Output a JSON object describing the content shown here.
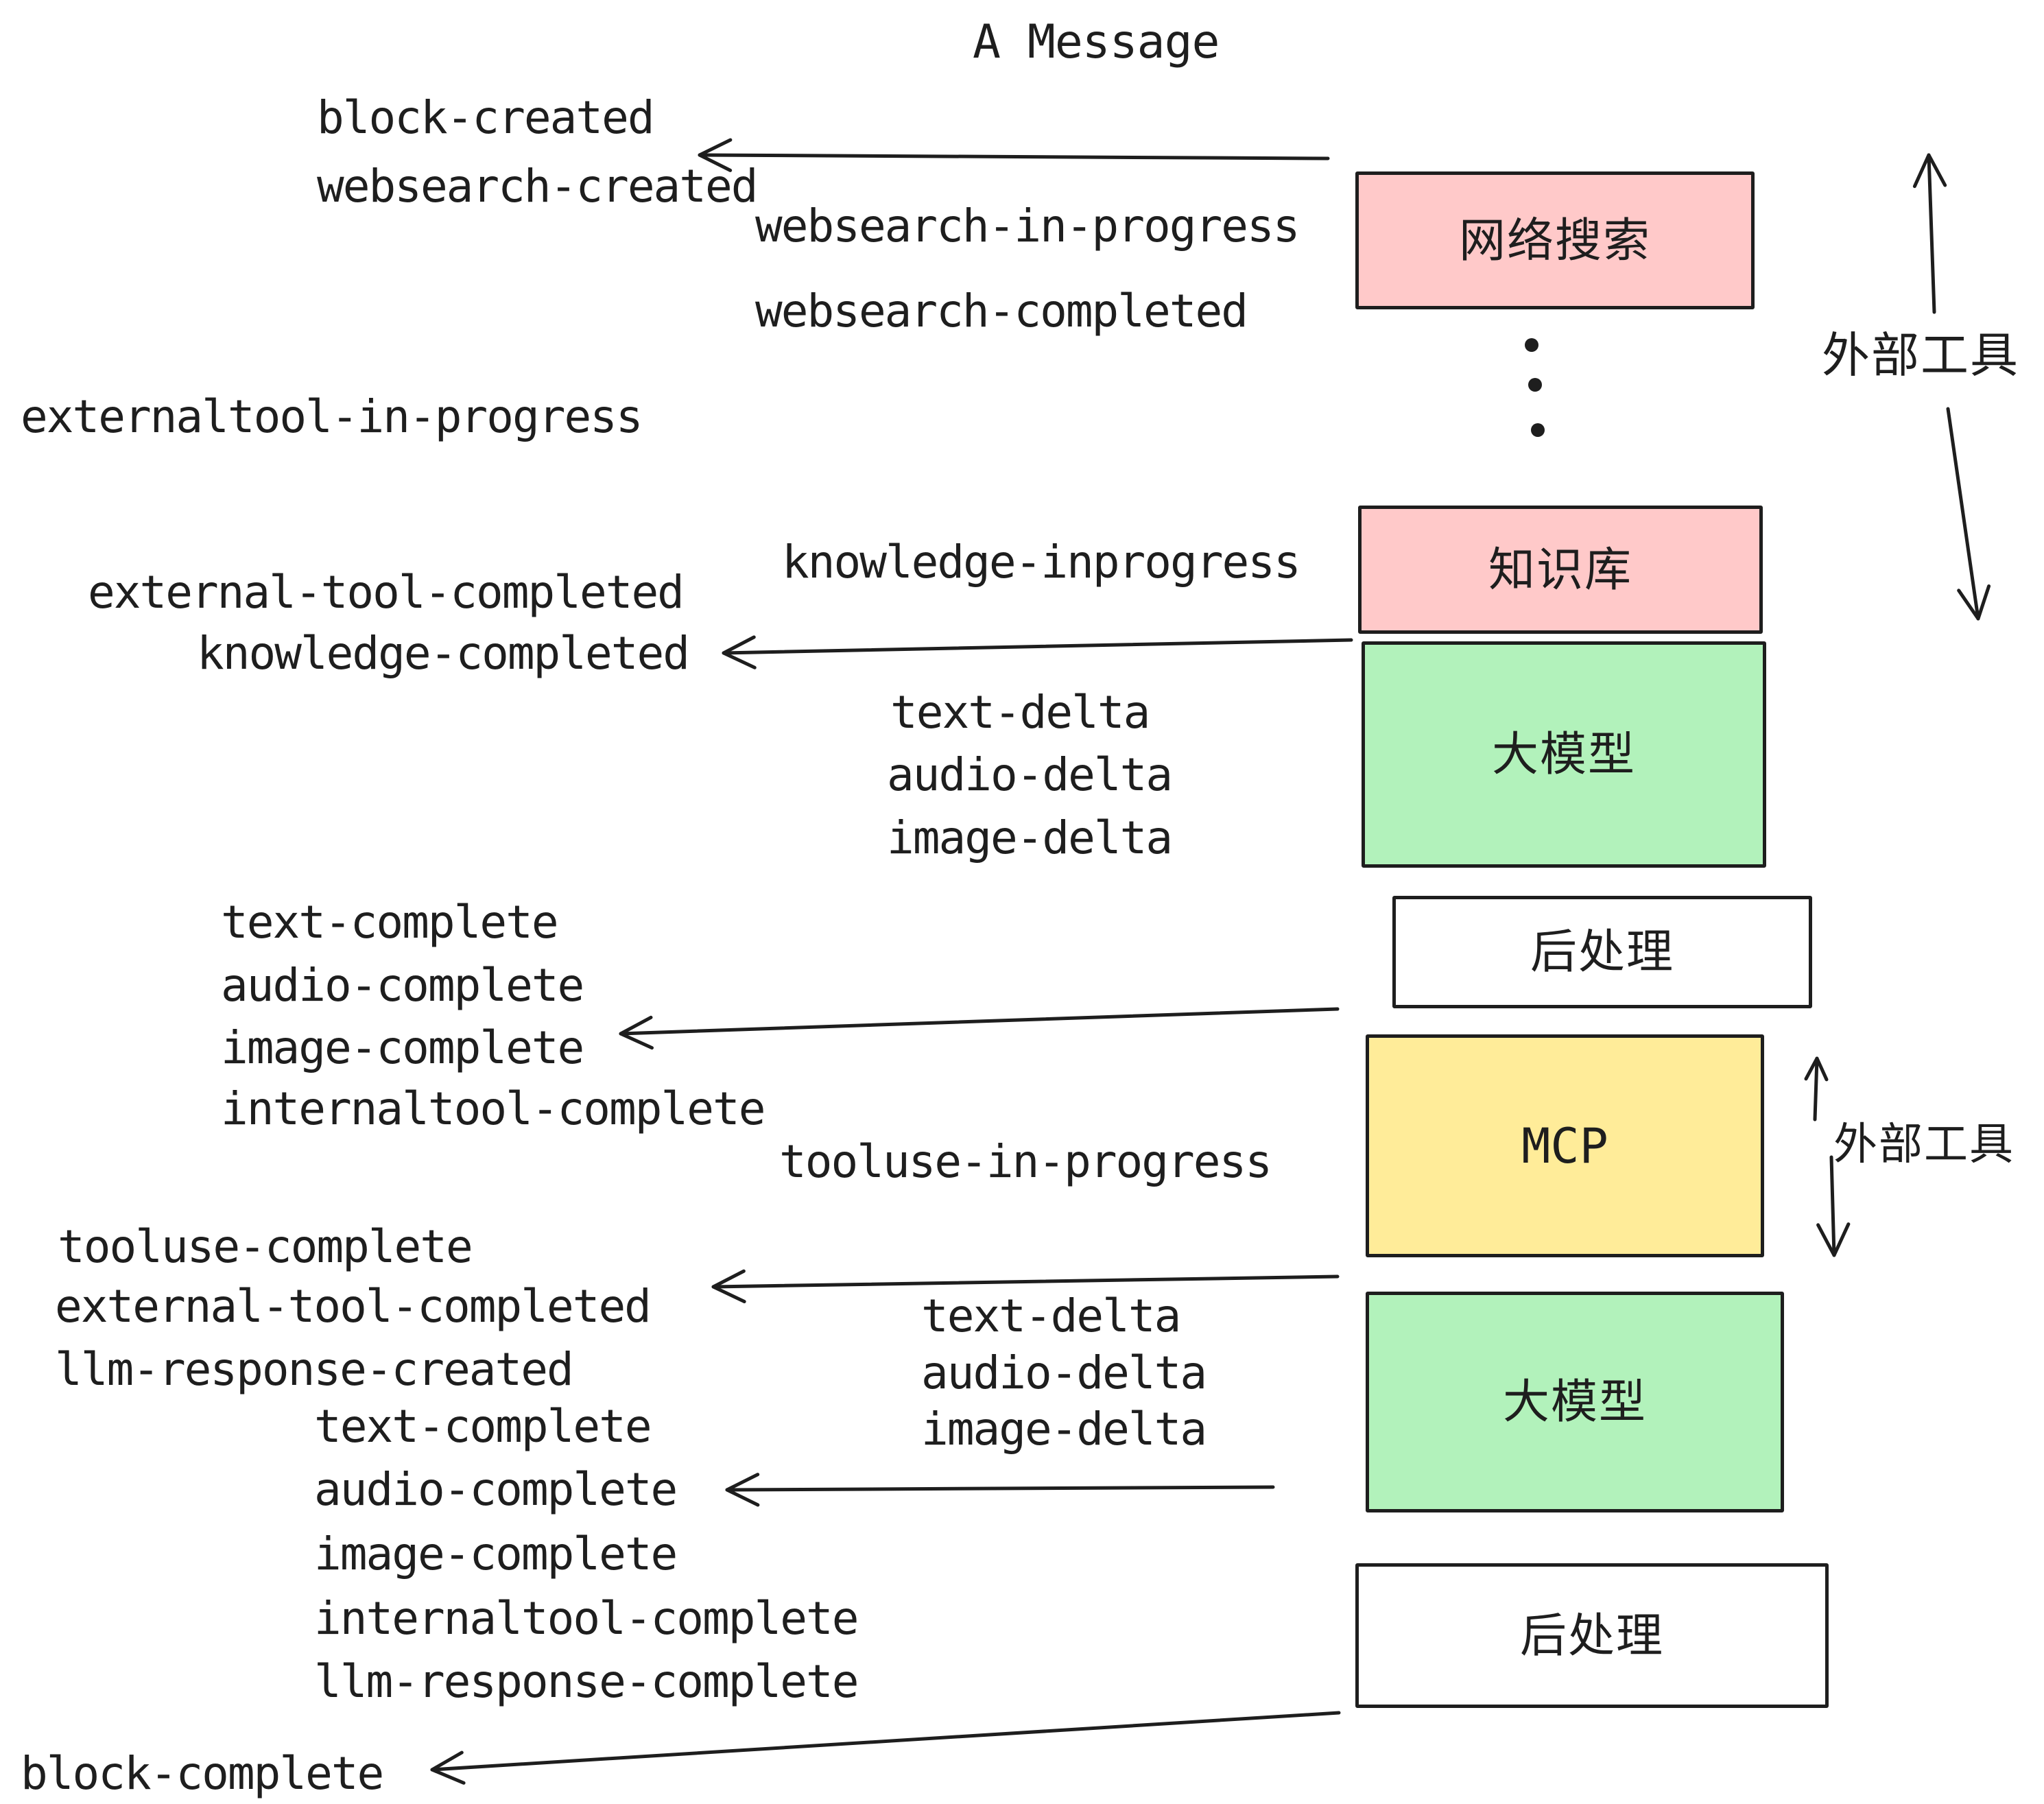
{
  "title": "A Message",
  "colors": {
    "background": "#ffffff",
    "stroke": "#1e1e1e",
    "text": "#1e1e1e",
    "box_pink": "#ffc9c9",
    "box_green": "#b2f2bb",
    "box_yellow": "#ffec99",
    "box_white": "#ffffff"
  },
  "boxes": [
    {
      "label": "网络搜索"
    },
    {
      "label": "知识库"
    },
    {
      "label": "大模型"
    },
    {
      "label": "后处理"
    },
    {
      "label": "MCP"
    },
    {
      "label": "大模型"
    },
    {
      "label": "后处理"
    }
  ],
  "side_annotations": [
    {
      "label": "外部工具"
    },
    {
      "label": "外部工具"
    }
  ],
  "ellipsis": {
    "count": 3
  },
  "events": [
    {
      "text": "block-created"
    },
    {
      "text": "websearch-created"
    },
    {
      "text": "websearch-in-progress"
    },
    {
      "text": "websearch-completed"
    },
    {
      "text": "externaltool-in-progress"
    },
    {
      "text": "knowledge-inprogress"
    },
    {
      "text": "external-tool-completed"
    },
    {
      "text": "knowledge-completed"
    },
    {
      "text": "text-delta"
    },
    {
      "text": "audio-delta"
    },
    {
      "text": "image-delta"
    },
    {
      "text": "text-complete"
    },
    {
      "text": "audio-complete"
    },
    {
      "text": "image-complete"
    },
    {
      "text": "internaltool-complete"
    },
    {
      "text": "tooluse-in-progress"
    },
    {
      "text": "tooluse-complete"
    },
    {
      "text": "external-tool-completed"
    },
    {
      "text": "text-delta"
    },
    {
      "text": "llm-response-created"
    },
    {
      "text": "audio-delta"
    },
    {
      "text": "text-complete"
    },
    {
      "text": "image-delta"
    },
    {
      "text": "audio-complete"
    },
    {
      "text": "image-complete"
    },
    {
      "text": "internaltool-complete"
    },
    {
      "text": "llm-response-complete"
    },
    {
      "text": "block-complete"
    }
  ]
}
